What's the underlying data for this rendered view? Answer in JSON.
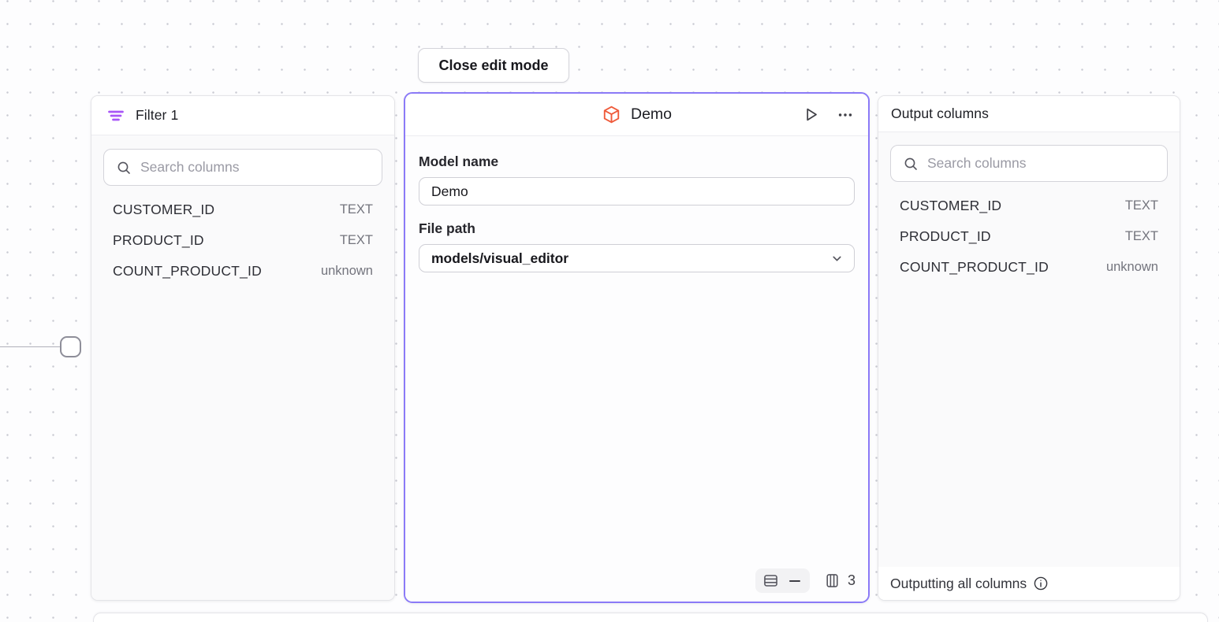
{
  "toolbar": {
    "close_button_label": "Close edit mode"
  },
  "colors": {
    "selected_node_border": "#8b7af7",
    "filter_icon_purple": "#a855f7",
    "model_icon_orange": "#ef5a3a",
    "canvas_dot": "#c9cad2"
  },
  "filter_panel": {
    "title": "Filter 1",
    "search_placeholder": "Search columns",
    "columns": [
      {
        "name": "CUSTOMER_ID",
        "type": "TEXT"
      },
      {
        "name": "PRODUCT_ID",
        "type": "TEXT"
      },
      {
        "name": "COUNT_PRODUCT_ID",
        "type": "unknown"
      }
    ]
  },
  "model_panel": {
    "title": "Demo",
    "model_name_label": "Model name",
    "model_name_value": "Demo",
    "file_path_label": "File path",
    "file_path_value": "models/visual_editor",
    "stats": {
      "column_count": "3"
    }
  },
  "output_panel": {
    "title": "Output columns",
    "search_placeholder": "Search columns",
    "columns": [
      {
        "name": "CUSTOMER_ID",
        "type": "TEXT"
      },
      {
        "name": "PRODUCT_ID",
        "type": "TEXT"
      },
      {
        "name": "COUNT_PRODUCT_ID",
        "type": "unknown"
      }
    ],
    "footer_text": "Outputting all columns"
  }
}
